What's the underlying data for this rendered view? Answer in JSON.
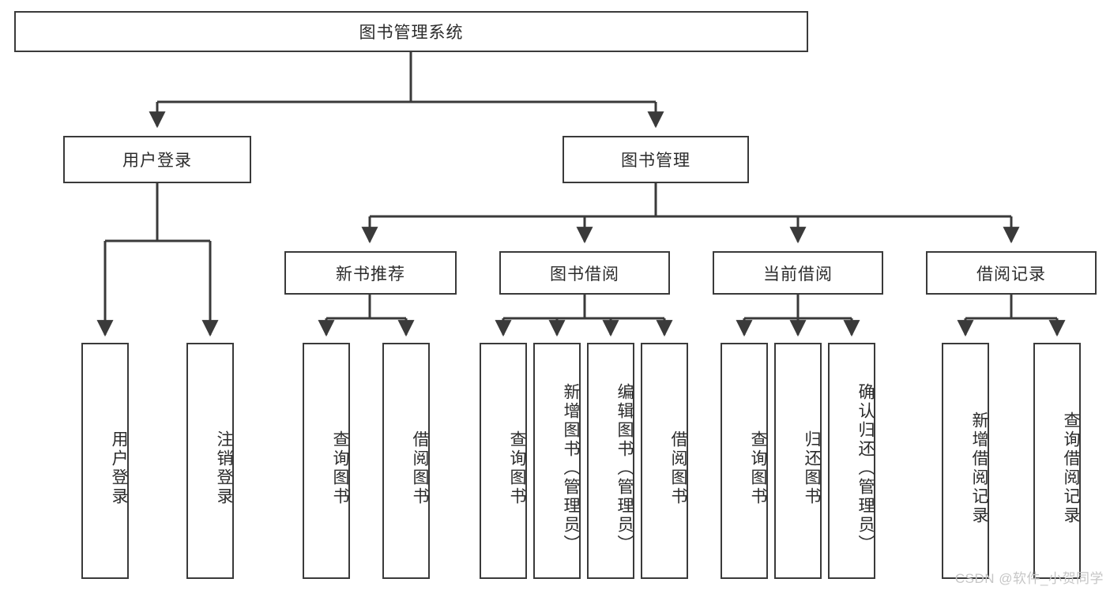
{
  "diagram": {
    "title": "图书管理系统",
    "type": "tree-hierarchy",
    "stroke_color": "#3a3a3a",
    "text_color": "#2b2b2b",
    "background_color": "#ffffff",
    "root": {
      "id": "root",
      "label": "图书管理系统"
    },
    "level2": [
      {
        "id": "user-login",
        "label": "用户登录"
      },
      {
        "id": "book-manage",
        "label": "图书管理"
      }
    ],
    "level3": [
      {
        "id": "new-book-rec",
        "label": "新书推荐"
      },
      {
        "id": "book-borrow",
        "label": "图书借阅"
      },
      {
        "id": "current-borrow",
        "label": "当前借阅"
      },
      {
        "id": "borrow-record",
        "label": "借阅记录"
      }
    ],
    "leaves": {
      "user-login": [
        {
          "id": "leaf-user-login",
          "label": "用户登录"
        },
        {
          "id": "leaf-user-logout",
          "label": "注销登录"
        }
      ],
      "new-book-rec": [
        {
          "id": "leaf-query-book-1",
          "label": "查询图书"
        },
        {
          "id": "leaf-borrow-book-1",
          "label": "借阅图书"
        }
      ],
      "book-borrow": [
        {
          "id": "leaf-query-book-2",
          "label": "查询图书"
        },
        {
          "id": "leaf-add-book",
          "label": "新增图书（管理员）"
        },
        {
          "id": "leaf-edit-book",
          "label": "编辑图书（管理员）"
        },
        {
          "id": "leaf-borrow-book-2",
          "label": "借阅图书"
        }
      ],
      "current-borrow": [
        {
          "id": "leaf-query-book-3",
          "label": "查询图书"
        },
        {
          "id": "leaf-return-book",
          "label": "归还图书"
        },
        {
          "id": "leaf-confirm-return",
          "label": "确认归还（管理员）"
        }
      ],
      "borrow-record": [
        {
          "id": "leaf-add-record",
          "label": "新增借阅记录"
        },
        {
          "id": "leaf-query-record",
          "label": "查询借阅记录"
        }
      ]
    }
  },
  "watermark": {
    "text": "CSDN @软件_小贺同学"
  }
}
